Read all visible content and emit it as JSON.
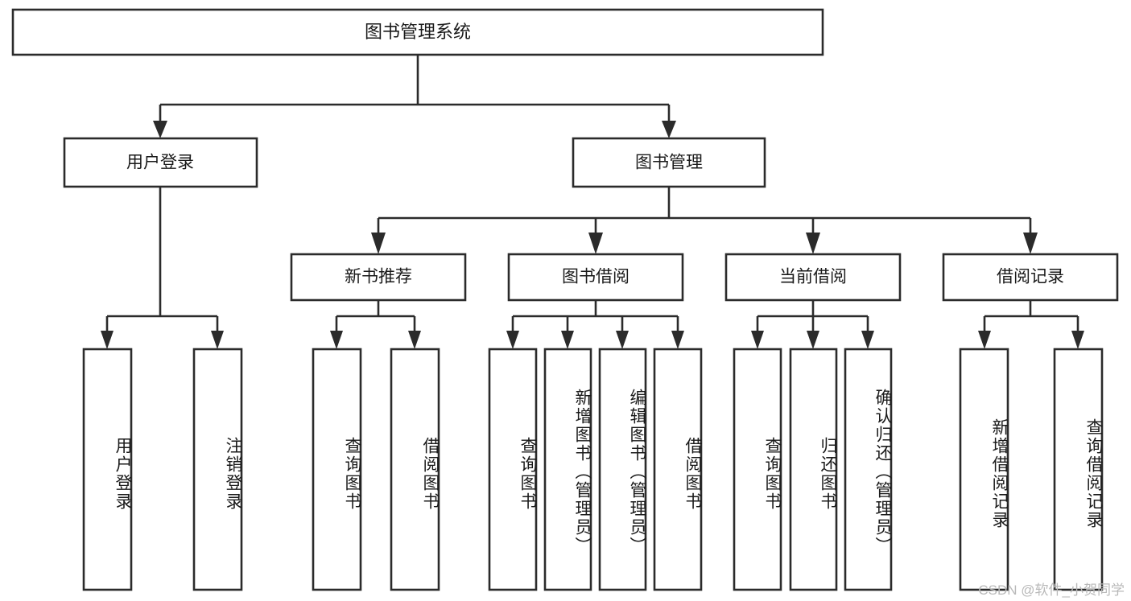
{
  "diagram": {
    "type": "tree-hierarchy",
    "title": "图书管理系统",
    "orientation": "top-down",
    "colors": {
      "box_stroke": "#2b2b2b",
      "box_fill": "#ffffff",
      "connector": "#2b2b2b",
      "text": "#1a1a1a",
      "background": "#ffffff",
      "watermark": "#b9b9b9"
    },
    "root": {
      "label": "图书管理系统"
    },
    "level2": [
      {
        "label": "用户登录"
      },
      {
        "label": "图书管理"
      }
    ],
    "level3": [
      {
        "label": "新书推荐"
      },
      {
        "label": "图书借阅"
      },
      {
        "label": "当前借阅"
      },
      {
        "label": "借阅记录"
      }
    ],
    "leaves": {
      "user_login": [
        {
          "label": "用户登录"
        },
        {
          "label": "注销登录"
        }
      ],
      "new_book_recommend": [
        {
          "label": "查询图书"
        },
        {
          "label": "借阅图书"
        }
      ],
      "book_borrow": [
        {
          "label": "查询图书"
        },
        {
          "label": "新增图书（管理员）"
        },
        {
          "label": "编辑图书（管理员）"
        },
        {
          "label": "借阅图书"
        }
      ],
      "current_borrow": [
        {
          "label": "查询图书"
        },
        {
          "label": "归还图书"
        },
        {
          "label": "确认归还（管理员）"
        }
      ],
      "borrow_record": [
        {
          "label": "新增借阅记录"
        },
        {
          "label": "查询借阅记录"
        }
      ]
    }
  },
  "watermark": {
    "text": "CSDN @软件_小贺同学"
  }
}
